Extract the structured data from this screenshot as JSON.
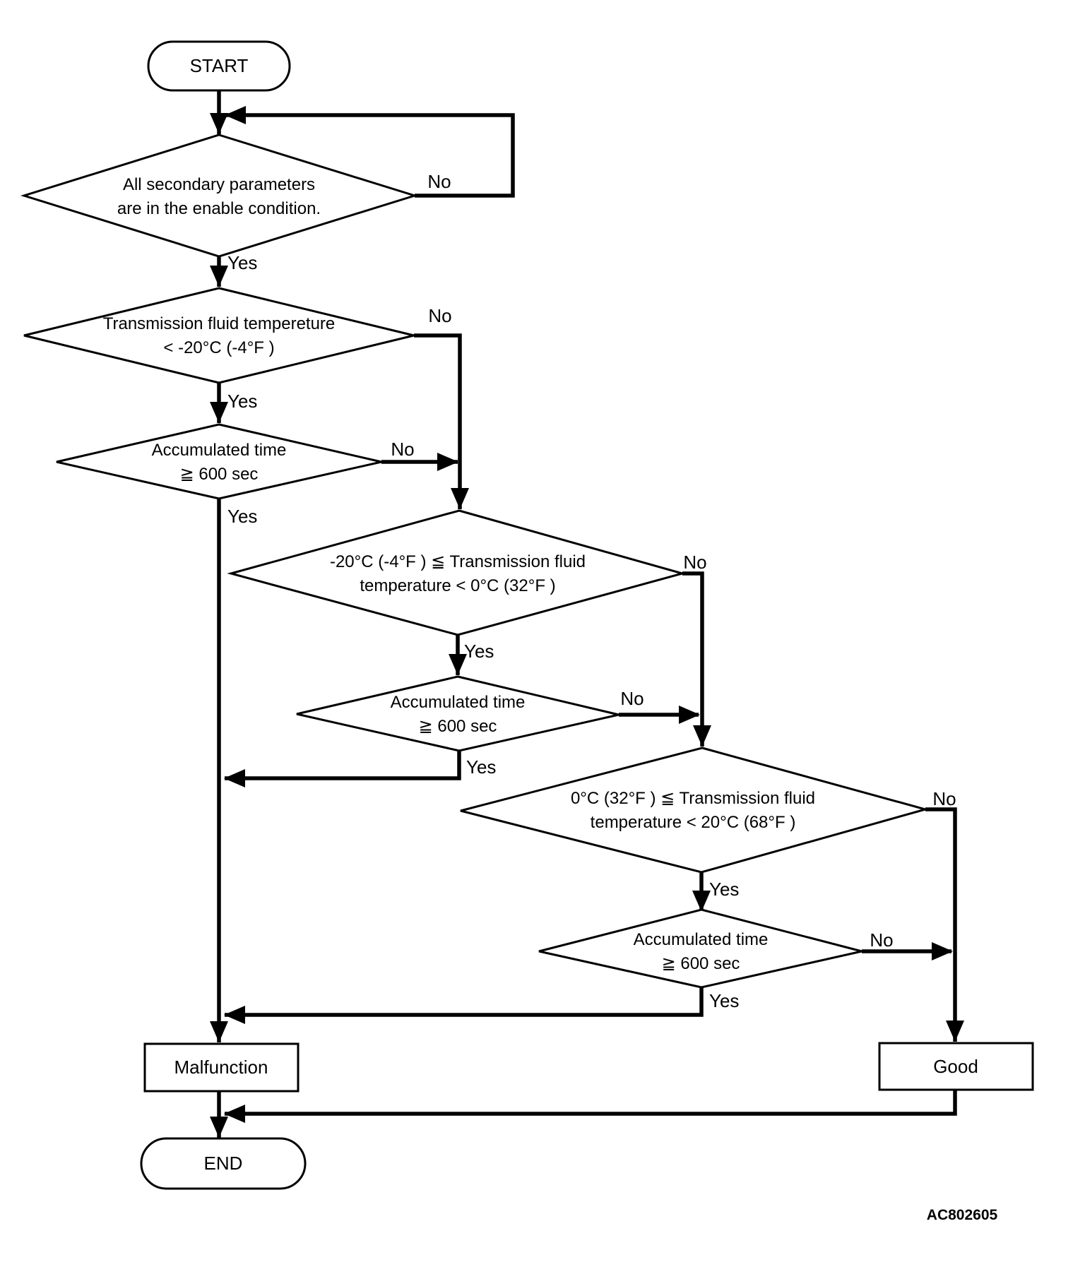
{
  "diagram": {
    "figure_id": "AC802605",
    "colors": {
      "ink": "#000000",
      "paper": "#ffffff"
    },
    "nodes": {
      "start": {
        "type": "terminator",
        "label": "START"
      },
      "d1": {
        "type": "decision",
        "lines": [
          "All secondary parameters",
          "are in the enable condition."
        ]
      },
      "d2": {
        "type": "decision",
        "lines": [
          "Transmission fluid tempereture",
          "< -20°C (-4°F )"
        ]
      },
      "d3": {
        "type": "decision",
        "lines": [
          "Accumulated time",
          "≧ 600 sec"
        ]
      },
      "d4": {
        "type": "decision",
        "lines": [
          "-20°C (-4°F ) ≦ Transmission fluid",
          "temperature < 0°C (32°F )"
        ]
      },
      "d5": {
        "type": "decision",
        "lines": [
          "Accumulated time",
          "≧ 600 sec"
        ]
      },
      "d6": {
        "type": "decision",
        "lines": [
          "0°C (32°F ) ≦ Transmission fluid",
          "temperature < 20°C (68°F )"
        ]
      },
      "d7": {
        "type": "decision",
        "lines": [
          "Accumulated time",
          "≧ 600 sec"
        ]
      },
      "malfunction": {
        "type": "process",
        "label": "Malfunction"
      },
      "good": {
        "type": "process",
        "label": "Good"
      },
      "end": {
        "type": "terminator",
        "label": "END"
      }
    },
    "edge_labels": {
      "d1_no": "No",
      "d1_yes": "Yes",
      "d2_no": "No",
      "d2_yes": "Yes",
      "d3_no": "No",
      "d3_yes": "Yes",
      "d4_no": "No",
      "d4_yes": "Yes",
      "d5_no": "No",
      "d5_yes": "Yes",
      "d6_no": "No",
      "d6_yes": "Yes",
      "d7_no": "No",
      "d7_yes": "Yes"
    }
  }
}
